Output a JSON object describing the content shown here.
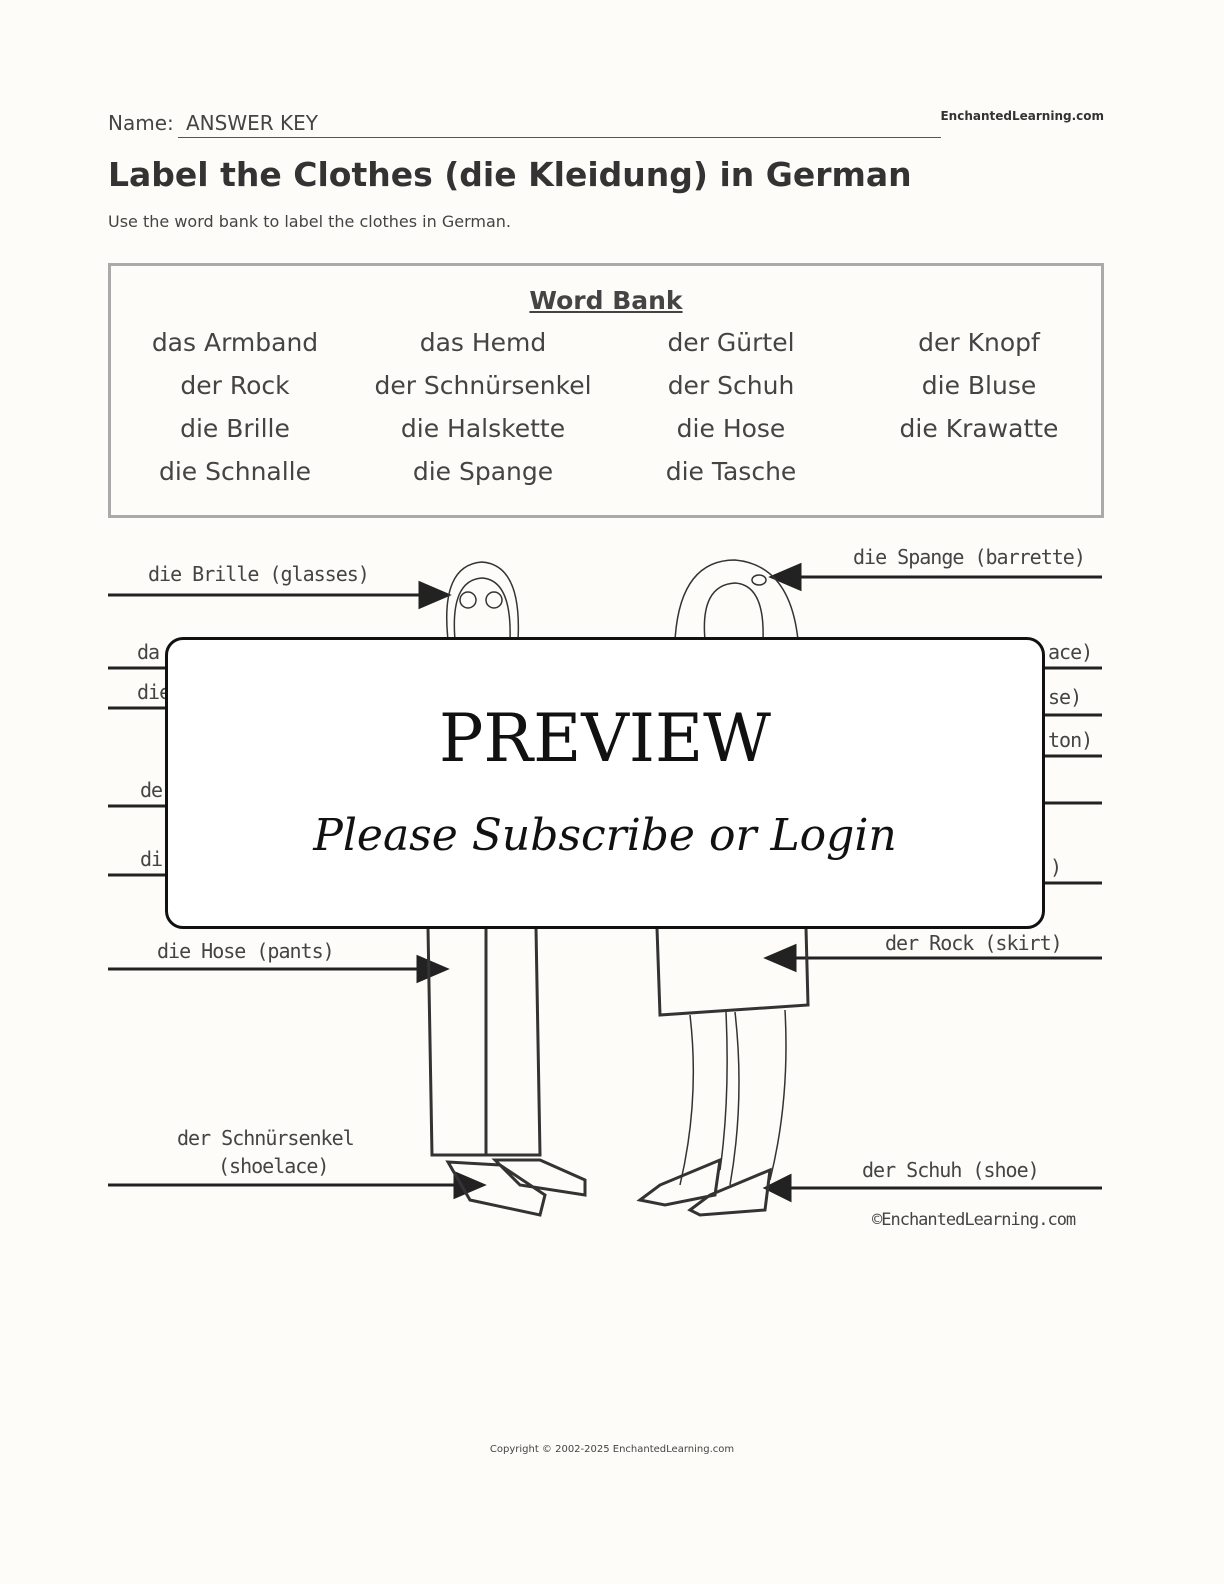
{
  "header": {
    "name_label": "Name:",
    "name_value": "ANSWER KEY",
    "site": "EnchantedLearning.com"
  },
  "title": "Label the Clothes (die Kleidung) in German",
  "subtitle": "Use the word bank to label the clothes in German.",
  "word_bank": {
    "title": "Word Bank",
    "words": [
      "das Armband",
      "das Hemd",
      "der Gürtel",
      "der Knopf",
      "der Rock",
      "der Schnürsenkel",
      "der Schuh",
      "die Bluse",
      "die Brille",
      "die Halskette",
      "die Hose",
      "die Krawatte",
      "die Schnalle",
      "die Spange",
      "die Tasche",
      ""
    ]
  },
  "diagram": {
    "labels": {
      "brille": "die Brille (glasses)",
      "spange": "die Spange (barrette)",
      "hose": "die Hose (pants)",
      "rock": "der Rock (skirt)",
      "schnuersenkel": "der Schnürsenkel",
      "schnuersenkel_en": "(shoelace)",
      "schuh": "der Schuh (shoe)"
    },
    "partial_left": [
      "da",
      "die",
      "de",
      "di"
    ],
    "partial_right": [
      "ace)",
      "se)",
      "ton)",
      ")"
    ],
    "credit": "©EnchantedLearning.com"
  },
  "overlay": {
    "title": "PREVIEW",
    "subtitle": "Please Subscribe or Login"
  },
  "footer": "Copyright © 2002-2025 EnchantedLearning.com"
}
